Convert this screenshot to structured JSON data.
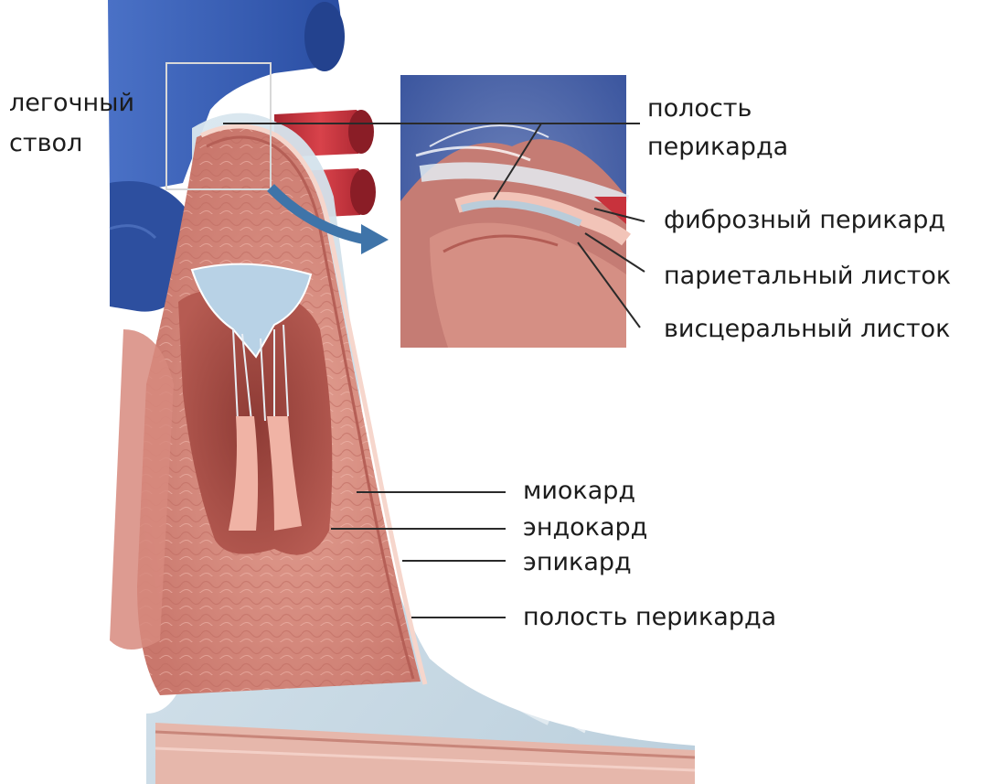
{
  "colors": {
    "vein_blue": "#2f56ad",
    "artery_red": "#c8323c",
    "myocardium": "#d98a7f",
    "pericardium": "#cfe0ea",
    "leader_line": "#2a2a2a"
  },
  "labels": {
    "pulmonary_trunk": [
      "легочный",
      "ствол"
    ],
    "pericardial_cavity_top": [
      "полость",
      "перикарда"
    ],
    "fibrous_pericardium": "фиброзный перикард",
    "parietal_layer": "париетальный листок",
    "visceral_layer": "висцеральный листок",
    "myocardium": "миокард",
    "endocardium": "эндокард",
    "epicardium": "эпикард",
    "pericardial_cavity_bottom": "полость перикарда"
  }
}
